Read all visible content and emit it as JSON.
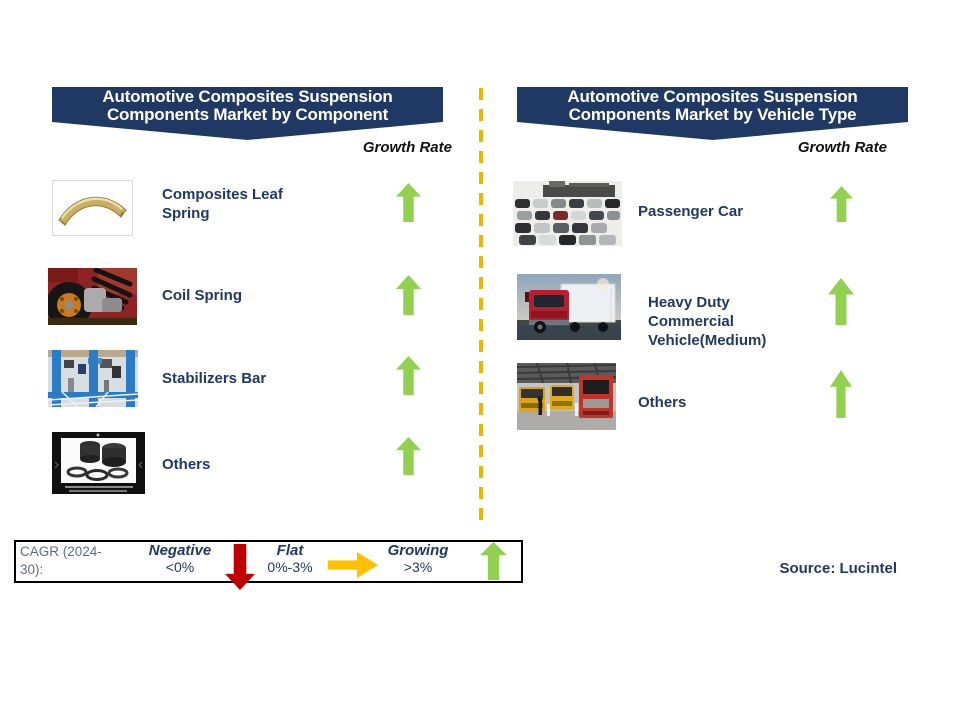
{
  "colors": {
    "banner_navy": "#1F3864",
    "label_navy": "#1F3864",
    "growing_green": "#92D050",
    "negative_red": "#C00000",
    "flat_gold": "#FFC000",
    "divider_gold": "#EDB400",
    "legend_border": "#000000"
  },
  "left_panel": {
    "title": "Automotive Composites Suspension Components Market by Component",
    "growth_rate_label": "Growth Rate",
    "items": [
      {
        "label": "Composites Leaf Spring",
        "trend": "growing"
      },
      {
        "label": "Coil Spring",
        "trend": "growing"
      },
      {
        "label": "Stabilizers Bar",
        "trend": "growing"
      },
      {
        "label": "Others",
        "trend": "growing"
      }
    ]
  },
  "right_panel": {
    "title": "Automotive Composites Suspension Components Market by Vehicle Type",
    "growth_rate_label": "Growth Rate",
    "items": [
      {
        "label": "Passenger Car",
        "trend": "growing"
      },
      {
        "label": "Heavy Duty Commercial Vehicle(Medium)",
        "trend": "growing"
      },
      {
        "label": "Others",
        "trend": "growing"
      }
    ]
  },
  "legend": {
    "cagr_label": "CAGR (2024-30):",
    "entries": [
      {
        "name": "Negative",
        "range": "<0%",
        "arrow": "down",
        "color": "#C00000"
      },
      {
        "name": "Flat",
        "range": "0%-3%",
        "arrow": "right",
        "color": "#FFC000"
      },
      {
        "name": "Growing",
        "range": ">3%",
        "arrow": "up",
        "color": "#92D050"
      }
    ]
  },
  "source_label": "Source: Lucintel"
}
